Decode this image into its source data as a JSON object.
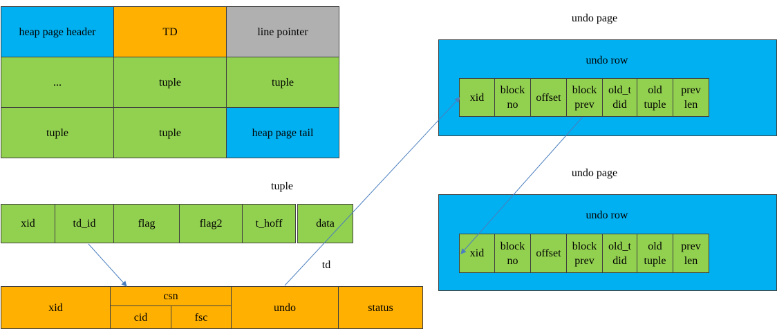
{
  "heap_page": {
    "rows": [
      [
        "heap page header",
        "TD",
        "line pointer"
      ],
      [
        "...",
        "tuple",
        "tuple"
      ],
      [
        "tuple",
        "tuple",
        "heap page tail"
      ]
    ]
  },
  "tuple": {
    "title": "tuple",
    "fields": [
      "xid",
      "td_id",
      "flag",
      "flag2",
      "t_hoff",
      "data"
    ]
  },
  "td": {
    "title": "td",
    "xid": "xid",
    "csn": "csn",
    "cid": "cid",
    "fsc": "fsc",
    "undo": "undo",
    "status": "status"
  },
  "undo_pages": [
    {
      "title": "undo page",
      "row_title": "undo row",
      "fields": [
        "xid",
        "block\nno",
        "offset",
        "block\nprev",
        "old_t\ndid",
        "old\ntuple",
        "prev\nlen"
      ]
    },
    {
      "title": "undo page",
      "row_title": "undo row",
      "fields": [
        "xid",
        "block\nno",
        "offset",
        "block\nprev",
        "old_t\ndid",
        "old\ntuple",
        "prev\nlen"
      ]
    }
  ],
  "colors": {
    "green": "#92d050",
    "orange": "#ffb000",
    "blue": "#00b0f0",
    "gray": "#b0b0b0",
    "arrow": "#4a7ebf"
  }
}
